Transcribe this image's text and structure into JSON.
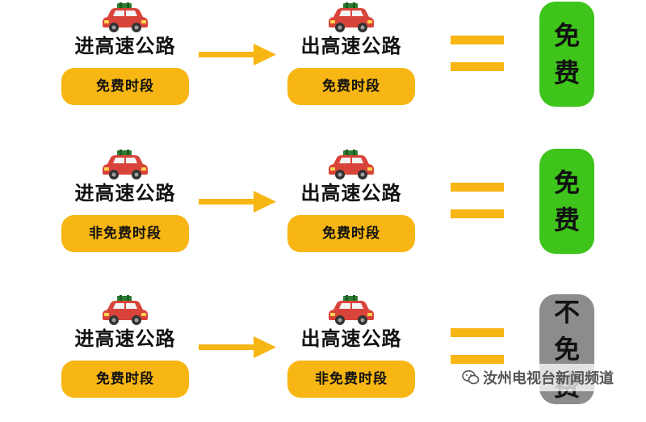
{
  "rows": [
    {
      "entry": {
        "road": "进高速公路",
        "period": "免费时段"
      },
      "exit": {
        "road": "出高速公路",
        "period": "免费时段"
      },
      "result": {
        "chars": [
          "免",
          "费"
        ],
        "status": "free"
      }
    },
    {
      "entry": {
        "road": "进高速公路",
        "period": "非免费时段"
      },
      "exit": {
        "road": "出高速公路",
        "period": "免费时段"
      },
      "result": {
        "chars": [
          "免",
          "费"
        ],
        "status": "free"
      }
    },
    {
      "entry": {
        "road": "进高速公路",
        "period": "免费时段"
      },
      "exit": {
        "road": "出高速公路",
        "period": "非免费时段"
      },
      "result": {
        "chars": [
          "不",
          "免",
          "费"
        ],
        "status": "not-free"
      }
    }
  ],
  "watermark": {
    "text": "汝州电视台新闻频道",
    "icon": "wechat-icon"
  },
  "colors": {
    "pill": "#f7b613",
    "arrow": "#f7b613",
    "equals": "#f7b613",
    "free": "#3ec41a",
    "not_free": "#8c8c8c",
    "car": "#d9443a",
    "luggage": "#2e7d32"
  }
}
